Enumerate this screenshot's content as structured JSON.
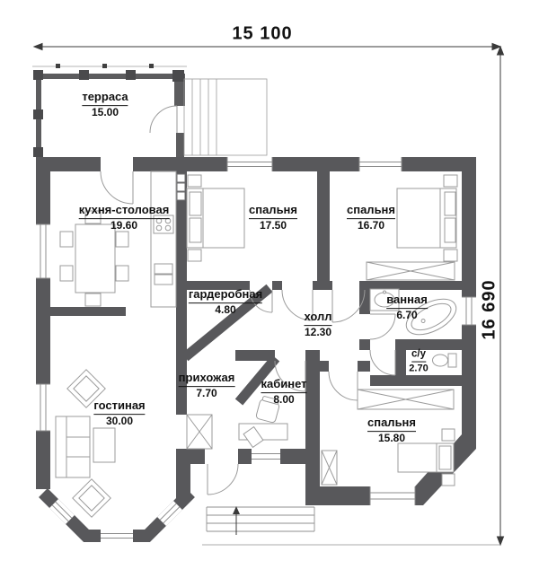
{
  "plan": {
    "dimensions": {
      "width": "15 100",
      "height": "16 690"
    },
    "rooms": {
      "terrace": {
        "name": "терраса",
        "area": "15.00"
      },
      "kitchen": {
        "name": "кухня-столовая",
        "area": "19.60"
      },
      "bedroom1": {
        "name": "спальня",
        "area": "17.50"
      },
      "bedroom2": {
        "name": "спальня",
        "area": "16.70"
      },
      "wardrobe": {
        "name": "гардеробная",
        "area": "4.80"
      },
      "hall": {
        "name": "холл",
        "area": "12.30"
      },
      "bathroom": {
        "name": "ванная",
        "area": "6.70"
      },
      "wc": {
        "name": "с/у",
        "area": "2.70"
      },
      "entry": {
        "name": "прихожая",
        "area": "7.70"
      },
      "office": {
        "name": "кабинет",
        "area": "8.00"
      },
      "living": {
        "name": "гостиная",
        "area": "30.00"
      },
      "bedroom3": {
        "name": "спальня",
        "area": "15.80"
      }
    },
    "palette": {
      "wall": "#58585b",
      "terrace_wall": "#4a4a4c",
      "furniture_line": "#9b9b9b",
      "window_line": "#8c8c8c",
      "dimension_line": "#3a3a3a",
      "text": "#111111",
      "background": "#ffffff"
    }
  }
}
